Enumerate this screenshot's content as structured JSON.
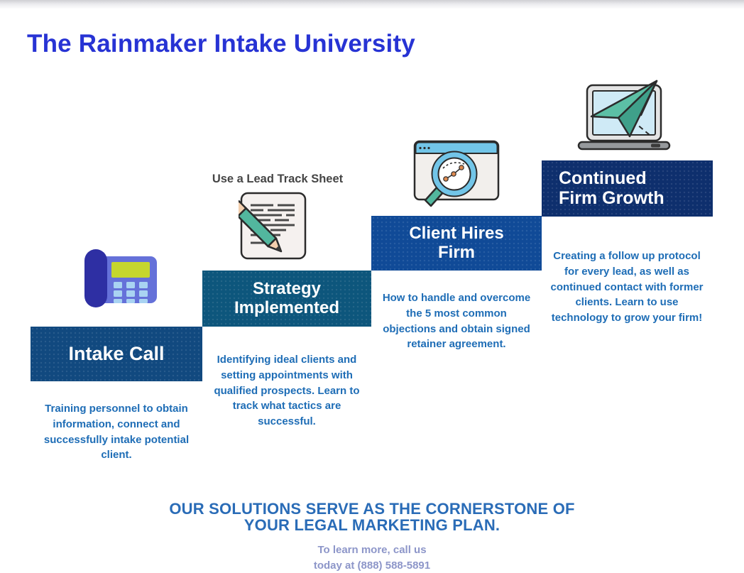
{
  "page": {
    "title": "The Rainmaker Intake University"
  },
  "steps": [
    {
      "id": "intake-call",
      "label": "Intake Call",
      "label_lines": [
        "Intake Call"
      ],
      "description": "Training personnel to obtain information, connect and successfully intake potential client.",
      "icon": "phone-icon",
      "box_color": "#11497f"
    },
    {
      "id": "strategy-implemented",
      "label": "Strategy Implemented",
      "label_lines": [
        "Strategy",
        "Implemented"
      ],
      "annotation": "Use a Lead Track Sheet",
      "description": "Identifying ideal clients and setting appointments with qualified prospects. Learn to track what tactics are successful.",
      "icon": "lead-track-sheet-icon",
      "box_color": "#0d567c"
    },
    {
      "id": "client-hires-firm",
      "label": "Client Hires Firm",
      "label_lines": [
        "Client Hires",
        "Firm"
      ],
      "description": "How to handle and overcome the 5 most common objections and obtain signed retainer agreement.",
      "icon": "chart-magnifier-icon",
      "box_color": "#104a97"
    },
    {
      "id": "continued-firm-growth",
      "label": "Continued Firm Growth",
      "label_lines": [
        "Continued",
        "Firm Growth"
      ],
      "description": "Creating a follow up protocol for every lead, as well as continued contact with former clients. Learn to use technology to grow your firm!",
      "icon": "laptop-paper-plane-icon",
      "box_color": "#0e2f6d"
    }
  ],
  "footer": {
    "tagline_lines": [
      "OUR SOLUTIONS SERVE AS THE CORNERSTONE OF",
      "YOUR LEGAL MARKETING PLAN."
    ],
    "contact_lines": [
      "To learn more, call us",
      "today at (888) 588-5891"
    ],
    "phone_number": "(888) 588-5891"
  },
  "colors": {
    "title_blue": "#2733d4",
    "step1_box": "#11497f",
    "step2_box": "#0d567c",
    "step3_box": "#104a97",
    "step4_box": "#0e2f6d",
    "description_text": "#1e6db6",
    "tagline_text": "#2a6cb7",
    "contact_text": "#8d96c9",
    "annotation_text": "#454545",
    "icon_teal": "#52b79e",
    "icon_teal_dark": "#3fa08a",
    "icon_light_blue": "#72c5e8",
    "icon_screen_blue": "#cfeaf6",
    "phone_handset": "#2e2fa3",
    "phone_body": "#6571d9",
    "phone_screen": "#c5d62e",
    "phone_keys": "#a9d3f2",
    "paper_fill": "#f5f1ef",
    "outline_dark": "#2b2b2b",
    "chart_dot_orange": "#de8a50"
  }
}
